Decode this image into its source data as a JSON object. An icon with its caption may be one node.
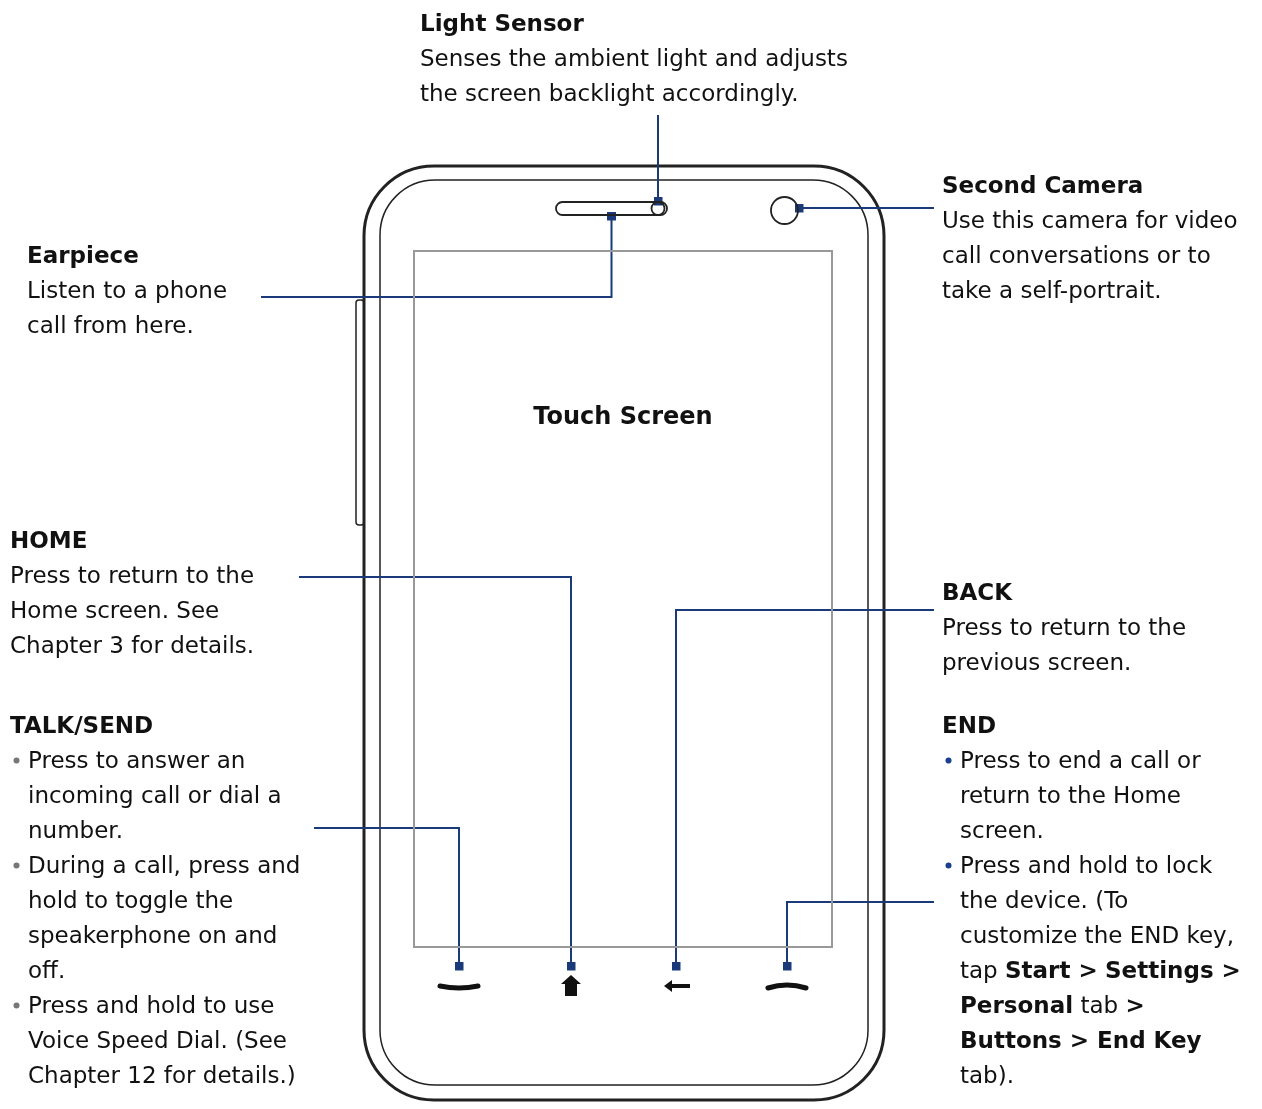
{
  "diagram": {
    "nodes": [
      {
        "text": [
          "Light Sensor",
          "Senses the ambient light and adjusts the screen backlight accordingly."
        ]
      },
      {
        "text": [
          "Earpiece",
          "Listen to a phone call from here."
        ]
      },
      {
        "text": [
          "Second Camera",
          "Use this camera for video call conversations or to take a self-portrait."
        ]
      },
      {
        "text": [
          "HOME",
          "Press to return to the Home screen. See Chapter 3 for details."
        ]
      },
      {
        "text": [
          "BACK",
          "Press to return to the previous screen."
        ]
      },
      {
        "text": [
          "TALK/SEND",
          "Press to answer an incoming call or dial a number.",
          "During a call, press and hold to toggle the speakerphone on and off.",
          "Press and hold to use Voice Speed Dial. (See Chapter 12 for details.)"
        ]
      },
      {
        "text": [
          "END",
          "Press to end a call or return to the Home screen.",
          "Press and hold to lock the device. (To customize the END key, tap **Start >** **Settings > Personal** tab **> Buttons > End Key** tab)."
        ]
      },
      {
        "text": [
          "Touch Screen"
        ]
      },
      {
        "text": [],
        "shape": "circle",
        "in": 9
      },
      {
        "text": [],
        "shape": "bar"
      },
      {
        "text": [],
        "shape": "circle"
      },
      {
        "text": [],
        "shape": "button"
      },
      {
        "text": [],
        "shape": "button"
      },
      {
        "text": [],
        "shape": "button"
      },
      {
        "text": [],
        "shape": "button"
      }
    ],
    "edges": [
      {
        "from": 0,
        "to": 8,
        "arrow": "other"
      },
      {
        "from": 1,
        "to": 9,
        "arrow": "other"
      },
      {
        "from": 2,
        "to": 10,
        "arrow": "other"
      },
      {
        "from": 3,
        "to": 12,
        "arrow": "other"
      },
      {
        "from": 4,
        "to": 13,
        "arrow": "other"
      },
      {
        "from": 5,
        "to": 11,
        "arrow": "other"
      },
      {
        "from": 6,
        "to": 14,
        "arrow": "other"
      }
    ]
  }
}
